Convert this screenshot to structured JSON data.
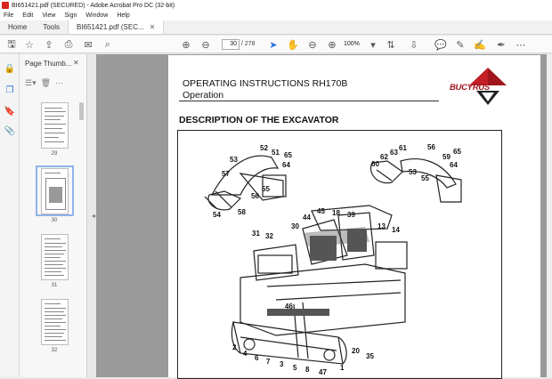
{
  "window": {
    "title": "BI651421.pdf (SECURED) - Adobe Acrobat Pro DC (32-bit)"
  },
  "menu": [
    "File",
    "Edit",
    "View",
    "Sign",
    "Window",
    "Help"
  ],
  "tabs": {
    "home": "Home",
    "tools": "Tools",
    "document": "BI651421.pdf (SEC..."
  },
  "toolbar": {
    "page_current": "30",
    "page_total": "/ 278",
    "zoom": "100%"
  },
  "thumbnails": {
    "header": "Page Thumb...",
    "pages": [
      "29",
      "30",
      "31",
      "32"
    ],
    "selected": "30"
  },
  "document": {
    "title": "OPERATING INSTRUCTIONS RH170B",
    "subtitle": "Operation",
    "brand": "BUCYRUS",
    "heading": "DESCRIPTION OF THE EXCAVATOR",
    "callouts": [
      "52",
      "51",
      "65",
      "53",
      "64",
      "57",
      "56",
      "55",
      "58",
      "54",
      "61",
      "56",
      "65",
      "60",
      "62",
      "63",
      "59",
      "64",
      "53",
      "55",
      "45",
      "18",
      "39",
      "44",
      "30",
      "13",
      "14",
      "31",
      "32",
      "46",
      "2",
      "4",
      "6",
      "7",
      "3",
      "5",
      "8",
      "47",
      "1",
      "20",
      "35"
    ]
  },
  "colors": {
    "brand": "#a0151c",
    "selection": "#8fb3e8",
    "active_tool": "#2b6fd6"
  }
}
